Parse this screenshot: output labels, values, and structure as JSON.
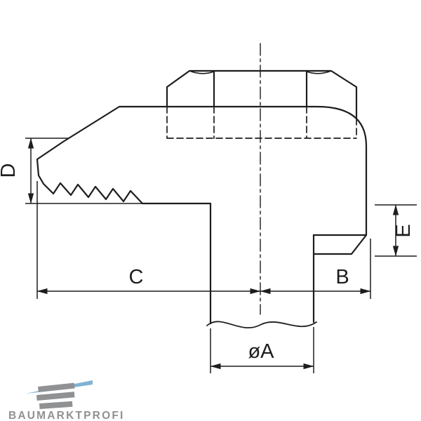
{
  "meta": {
    "background": "#ffffff",
    "ink": "#1d1d1d"
  },
  "dimensions": {
    "d": "D",
    "e": "E",
    "c": "C",
    "b": "B",
    "a": "øA"
  },
  "logo": {
    "text": "BAUMARKTPROFI",
    "gray": "#909193",
    "blue": "#7fb3d4"
  }
}
